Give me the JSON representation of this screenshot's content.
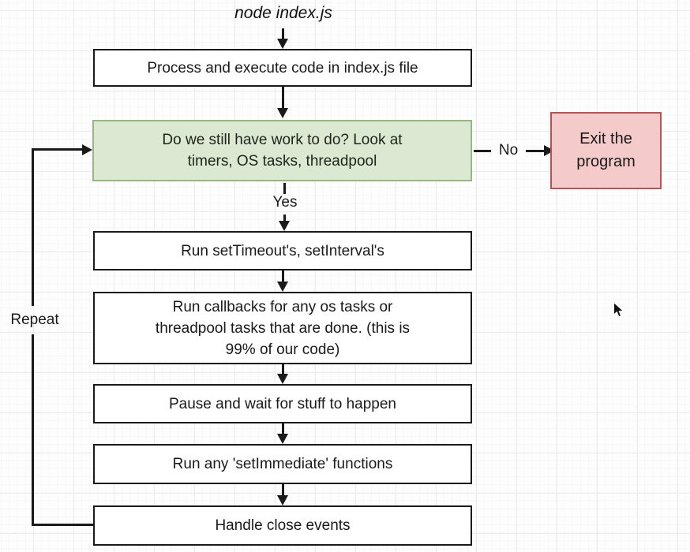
{
  "colors": {
    "background": "#fdfdfd",
    "line": "#1a1a1a",
    "plain_box_fill": "#ffffff",
    "plain_box_border": "#1a1a1a",
    "decision_fill": "#dbe9d2",
    "decision_border": "#94b87f",
    "exit_fill": "#f5caca",
    "exit_border": "#b85450"
  },
  "diagram": {
    "start_label": "node index.js",
    "process_box": "Process and execute code in index.js file",
    "decision_box": {
      "line1": "Do we still have work to do? Look at",
      "line2": "timers, OS tasks, threadpool"
    },
    "exit_box": {
      "line1": "Exit the",
      "line2": "program"
    },
    "timers_box": "Run setTimeout's, setInterval's",
    "callbacks_box": {
      "line1": "Run callbacks for any os tasks or",
      "line2": "threadpool tasks that are done. (this is",
      "line3": "99% of our code)"
    },
    "pause_box": "Pause and wait for stuff to happen",
    "immediate_box": "Run any 'setImmediate' functions",
    "close_box": "Handle close events",
    "labels": {
      "no": "No",
      "yes": "Yes",
      "repeat": "Repeat"
    }
  }
}
